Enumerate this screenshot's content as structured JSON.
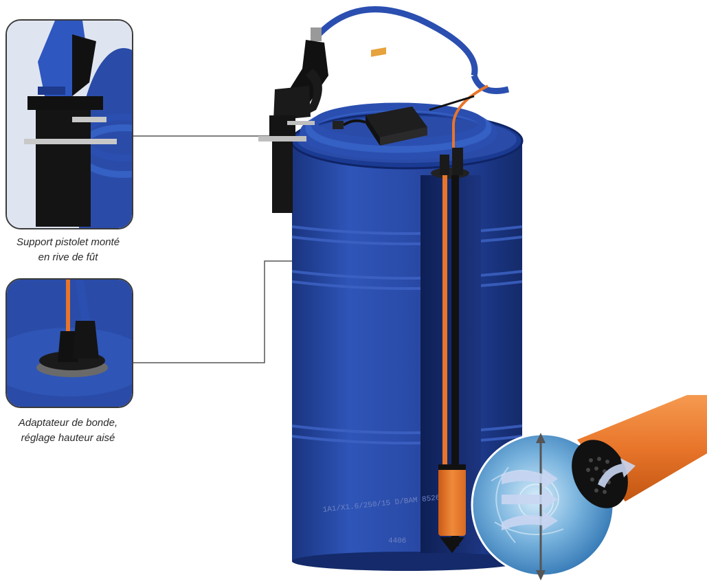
{
  "callouts": [
    {
      "caption_lines": [
        "Support pistolet monté",
        "en rive de fût"
      ]
    },
    {
      "caption_lines": [
        "Adaptateur de bonde,",
        "réglage hauteur aisé"
      ]
    }
  ],
  "drum": {
    "stencil_text": "1A1/X1.6/250/15 D/BAM 8526-MI",
    "stencil_code": "4406"
  },
  "colors": {
    "drum_blue": "#1f3f9a",
    "hose_blue": "#2b4fb0",
    "pump_orange": "#e8752a",
    "frame": "#3a3a3a",
    "water": "#6fa8d6"
  },
  "icons": [
    "fuel-nozzle-icon",
    "pump-controller-icon",
    "submersible-pump-icon",
    "flow-arrow-icon"
  ]
}
